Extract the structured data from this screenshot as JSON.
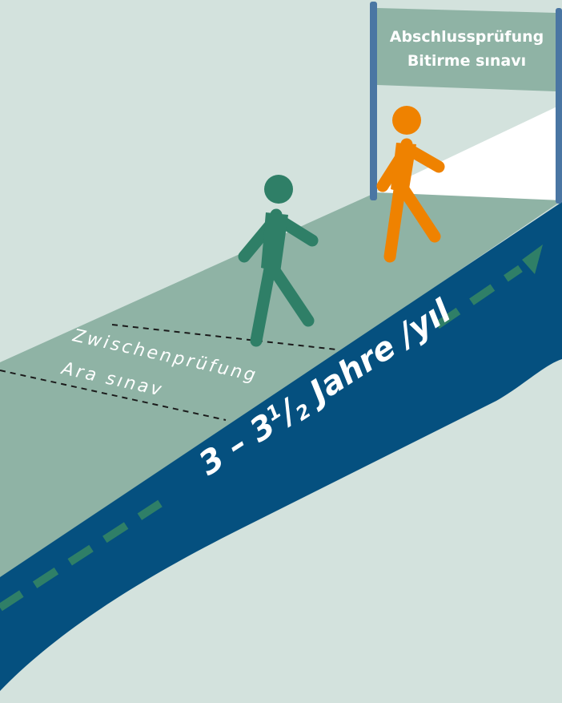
{
  "colors": {
    "background": "#d3e2dd",
    "path": "#8fb3a5",
    "timeline_band": "#05507f",
    "arrow": "#2f7f67",
    "person_green": "#2f7f67",
    "person_orange": "#ef8200",
    "sign_board": "#8fb3a5",
    "sign_posts": "#4a76a3",
    "light": "#ffffff"
  },
  "final_exam": {
    "label_de": "Abschlussprüfung",
    "label_tr": "Bitirme sınavı"
  },
  "intermediate_exam": {
    "label_de": "Zwischenprüfung",
    "label_tr": "Ara sınav"
  },
  "duration": {
    "lead": "3 – 3",
    "sup": "1",
    "slash": "/",
    "sub": "2",
    "tail": " Jahre /yıl"
  },
  "icons": {
    "person_green": "walking-person-icon",
    "person_orange": "walking-person-icon",
    "arrow": "dashed-arrow-icon"
  }
}
